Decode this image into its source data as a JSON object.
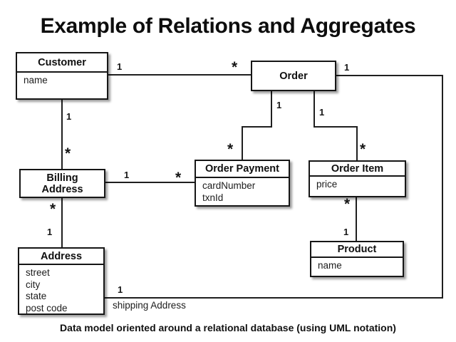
{
  "title": "Example of Relations and Aggregates",
  "caption": "Data model oriented around a relational database (using UML notation)",
  "colors": {
    "background": "#ffffff",
    "line": "#1f1f1f",
    "box_border": "#161616",
    "text": "#141414"
  },
  "diagram": {
    "notation": "UML",
    "entities": [
      {
        "id": "customer",
        "name": "Customer",
        "attributes": [
          "name"
        ]
      },
      {
        "id": "order",
        "name": "Order",
        "attributes": []
      },
      {
        "id": "billing_address",
        "name_line1": "Billing",
        "name_line2": "Address",
        "name": "Billing Address",
        "attributes": []
      },
      {
        "id": "order_payment",
        "name": "Order Payment",
        "attributes": [
          "cardNumber",
          "txnId"
        ]
      },
      {
        "id": "order_item",
        "name": "Order Item",
        "attributes": [
          "price"
        ]
      },
      {
        "id": "address",
        "name": "Address",
        "attributes": [
          "street",
          "city",
          "state",
          "post code"
        ]
      },
      {
        "id": "product",
        "name": "Product",
        "attributes": [
          "name"
        ]
      }
    ],
    "relations": [
      {
        "id": "customer-order",
        "source": "Customer",
        "target": "Order",
        "source_mult": "1",
        "target_mult": "*"
      },
      {
        "id": "customer-billing-address",
        "source": "Customer",
        "target": "Billing Address",
        "source_mult": "1",
        "target_mult": "*"
      },
      {
        "id": "billing-address-order-payment",
        "source": "Billing Address",
        "target": "Order Payment",
        "source_mult": "1",
        "target_mult": "*"
      },
      {
        "id": "order-order-payment",
        "source": "Order",
        "target": "Order Payment",
        "source_mult": "1",
        "target_mult": "*"
      },
      {
        "id": "order-order-item",
        "source": "Order",
        "target": "Order Item",
        "source_mult": "1",
        "target_mult": "*"
      },
      {
        "id": "order-item-product",
        "source": "Order Item",
        "target": "Product",
        "source_mult": "*",
        "target_mult": "1"
      },
      {
        "id": "billing-address-address",
        "source": "Billing Address",
        "target": "Address",
        "source_mult": "*",
        "target_mult": "1"
      },
      {
        "id": "order-shipping-address",
        "source": "Order",
        "target": "Address",
        "source_mult": "1",
        "target_mult": "1",
        "label": "shipping Address"
      }
    ]
  }
}
